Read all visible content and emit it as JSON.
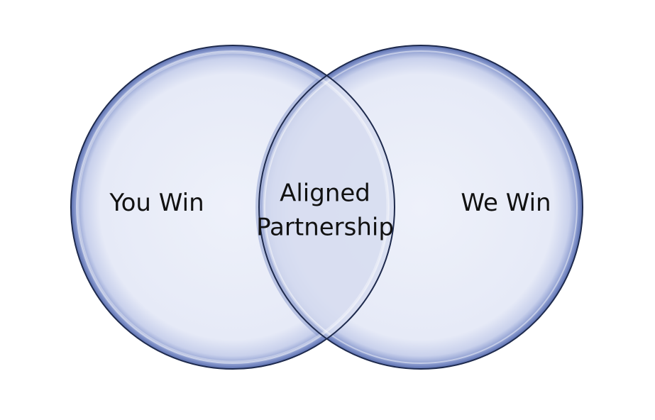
{
  "diagram": {
    "type": "venn",
    "sets": [
      {
        "id": "left",
        "label": "You Win"
      },
      {
        "id": "right",
        "label": "We Win"
      }
    ],
    "intersection": {
      "sets": [
        "left",
        "right"
      ],
      "label_lines": [
        "Aligned",
        "Partnership"
      ]
    },
    "colors": {
      "circle_fill": "#e9edf8",
      "overlap_fill": "#d6dcf0",
      "outline": "#1e2a4d",
      "rim": "#5a6fb0",
      "text": "#111111"
    }
  }
}
